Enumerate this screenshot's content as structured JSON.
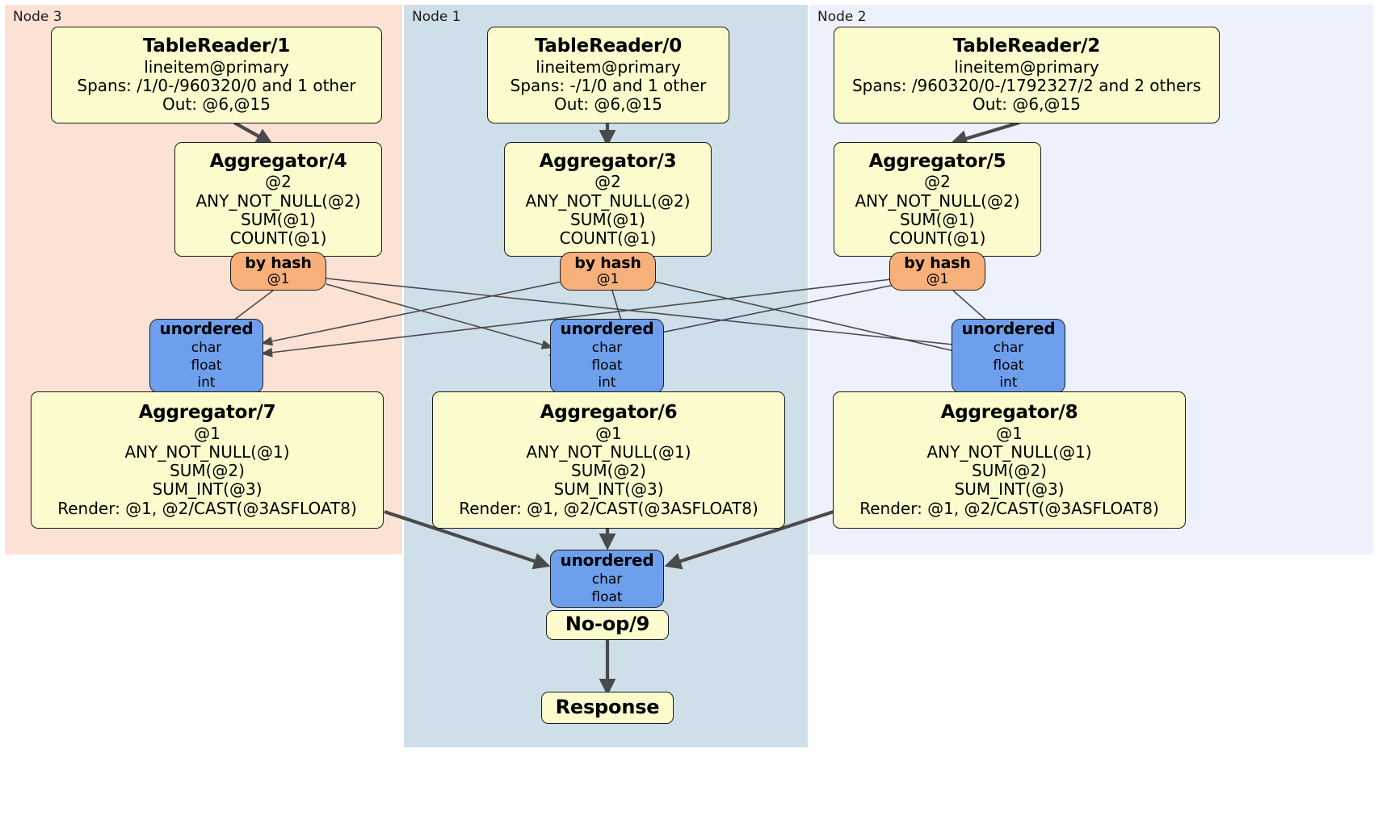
{
  "diagram": {
    "title": "Distributed query plan",
    "colors": {
      "node3_panel": "#fbe2d5",
      "node1_panel": "#cfdfe9",
      "node2_panel": "#edf1fb",
      "processor_fill": "#fbfbcd",
      "router_fill": "#f7b07a",
      "receiver_fill": "#6e9fec",
      "edge": "#4a4a4a",
      "border": "#1b1b1b"
    }
  },
  "panels": [
    {
      "id": "node3",
      "label": "Node 3"
    },
    {
      "id": "node1",
      "label": "Node 1"
    },
    {
      "id": "node2",
      "label": "Node 2"
    }
  ],
  "nodes": {
    "tablereader_1": {
      "title": "TableReader/1",
      "lines": [
        "lineitem@primary",
        "Spans: /1/0-/960320/0 and 1 other",
        "Out: @6,@15"
      ]
    },
    "tablereader_0": {
      "title": "TableReader/0",
      "lines": [
        "lineitem@primary",
        "Spans: -/1/0 and 1 other",
        "Out: @6,@15"
      ]
    },
    "tablereader_2": {
      "title": "TableReader/2",
      "lines": [
        "lineitem@primary",
        "Spans: /960320/0-/1792327/2 and 2 others",
        "Out: @6,@15"
      ]
    },
    "aggregator_4": {
      "title": "Aggregator/4",
      "lines": [
        "@2",
        "ANY_NOT_NULL(@2)",
        "SUM(@1)",
        "COUNT(@1)"
      ]
    },
    "aggregator_3": {
      "title": "Aggregator/3",
      "lines": [
        "@2",
        "ANY_NOT_NULL(@2)",
        "SUM(@1)",
        "COUNT(@1)"
      ]
    },
    "aggregator_5": {
      "title": "Aggregator/5",
      "lines": [
        "@2",
        "ANY_NOT_NULL(@2)",
        "SUM(@1)",
        "COUNT(@1)"
      ]
    },
    "router_left": {
      "title": "by hash",
      "lines": [
        "@1"
      ]
    },
    "router_center": {
      "title": "by hash",
      "lines": [
        "@1"
      ]
    },
    "router_right": {
      "title": "by hash",
      "lines": [
        "@1"
      ]
    },
    "receiver_left": {
      "title": "unordered",
      "lines": [
        "char",
        "float",
        "int"
      ]
    },
    "receiver_center": {
      "title": "unordered",
      "lines": [
        "char",
        "float",
        "int"
      ]
    },
    "receiver_right": {
      "title": "unordered",
      "lines": [
        "char",
        "float",
        "int"
      ]
    },
    "aggregator_7": {
      "title": "Aggregator/7",
      "lines": [
        "@1",
        "ANY_NOT_NULL(@1)",
        "SUM(@2)",
        "SUM_INT(@3)",
        "Render: @1, @2/CAST(@3ASFLOAT8)"
      ]
    },
    "aggregator_6": {
      "title": "Aggregator/6",
      "lines": [
        "@1",
        "ANY_NOT_NULL(@1)",
        "SUM(@2)",
        "SUM_INT(@3)",
        "Render: @1, @2/CAST(@3ASFLOAT8)"
      ]
    },
    "aggregator_8": {
      "title": "Aggregator/8",
      "lines": [
        "@1",
        "ANY_NOT_NULL(@1)",
        "SUM(@2)",
        "SUM_INT(@3)",
        "Render: @1, @2/CAST(@3ASFLOAT8)"
      ]
    },
    "receiver_final": {
      "title": "unordered",
      "lines": [
        "char",
        "float"
      ]
    },
    "noop_9": {
      "title": "No-op/9",
      "lines": []
    },
    "response": {
      "title": "Response",
      "lines": []
    }
  }
}
